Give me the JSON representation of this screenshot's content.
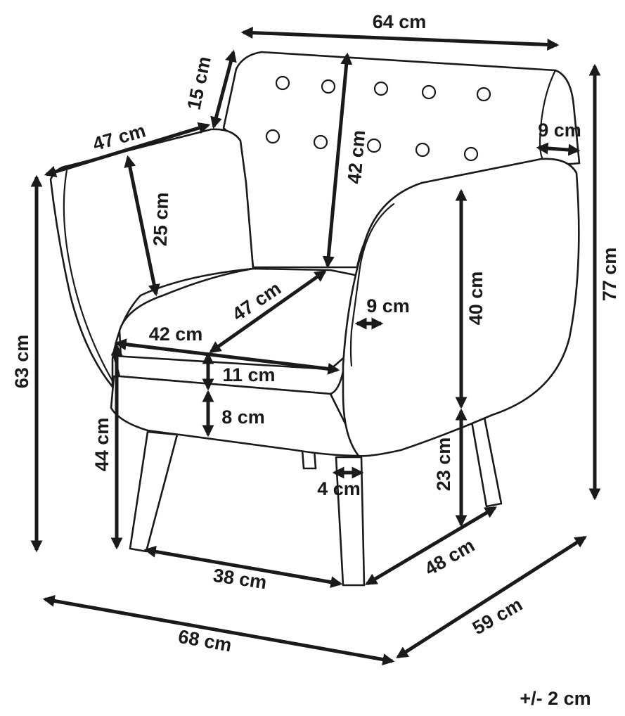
{
  "diagram": {
    "subject": "armchair",
    "dimensions": {
      "overall_width": "64 cm",
      "backrest_top_depth": "15 cm",
      "armrest_length_left": "47 cm",
      "backrest_height": "42 cm",
      "armrest_width_right": "9 cm",
      "inner_back_height": "25 cm",
      "overall_height": "77 cm",
      "armrest_height_total": "63 cm",
      "seat_depth": "47 cm",
      "armrest_inner_width": "9 cm",
      "seat_width": "42 cm",
      "seat_cushion_thickness": "11 cm",
      "armrest_inner_height": "40 cm",
      "base_thickness": "8 cm",
      "seat_height": "44 cm",
      "leg_diameter": "4 cm",
      "leg_height": "23 cm",
      "front_leg_span": "38 cm",
      "side_leg_span": "48 cm",
      "overall_depth": "59 cm",
      "overall_width_bottom": "68 cm"
    },
    "tolerance": "+/- 2 cm"
  }
}
